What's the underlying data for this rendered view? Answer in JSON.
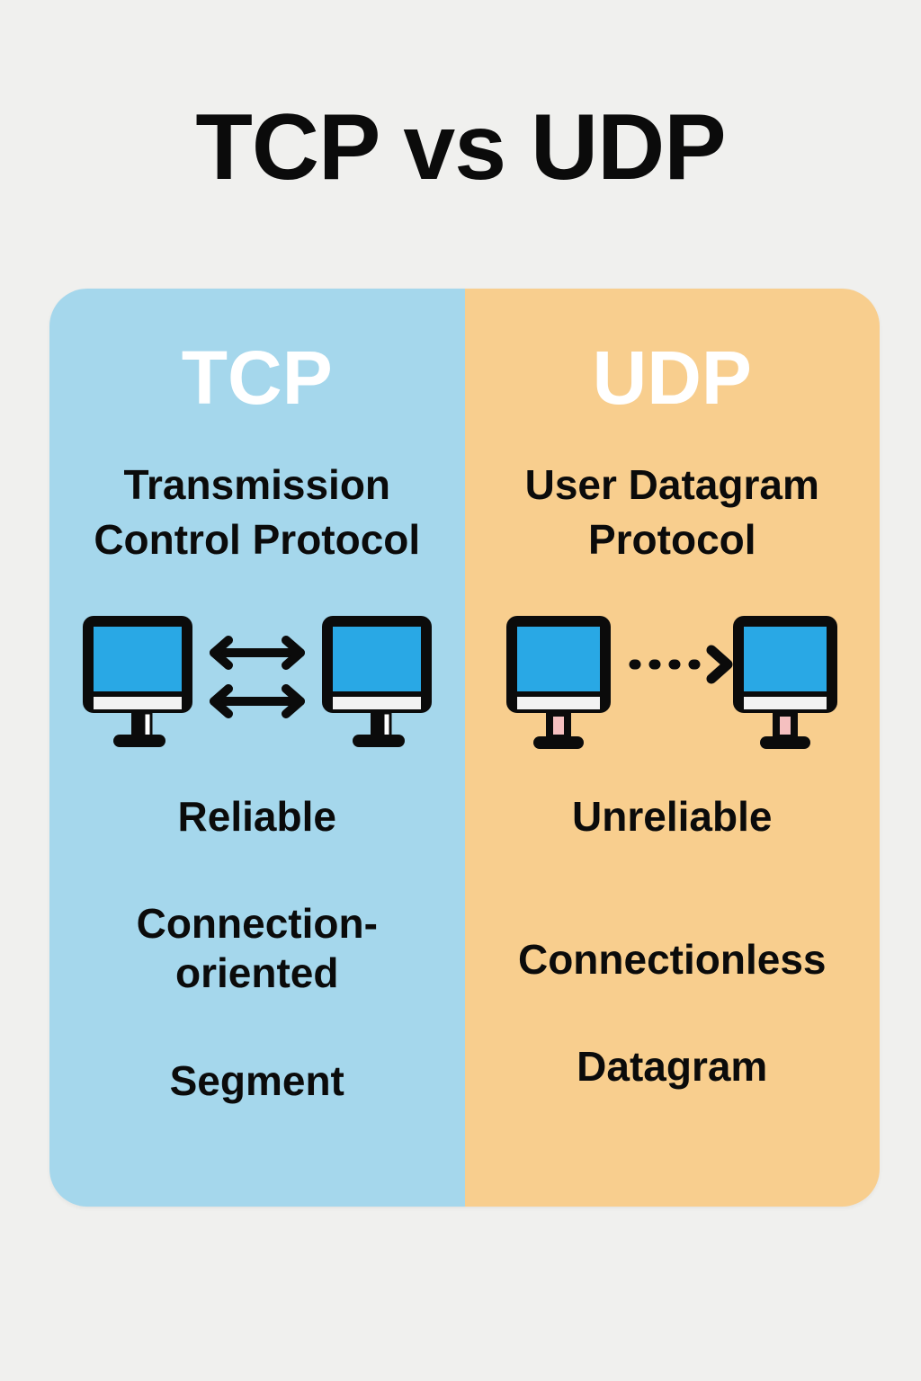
{
  "page": {
    "title": "TCP vs UDP",
    "background_color": "#f0f0ee"
  },
  "card": {
    "columns": [
      {
        "id": "tcp",
        "abbr": "TCP",
        "full_name": "Transmission Control Protocol",
        "background_color": "#a5d7ec",
        "abbr_color": "#ffffff",
        "diagram": {
          "icon": "two-monitors-bidirectional-arrows",
          "arrow_style": "solid-double-headed",
          "arrow_count": 2,
          "screen_color": "#29a8e5",
          "stand_neck_color": "#ffffff"
        },
        "features": [
          "Reliable",
          "Connection-oriented",
          "Segment"
        ]
      },
      {
        "id": "udp",
        "abbr": "UDP",
        "full_name": "User Datagram Protocol",
        "background_color": "#f8ce8e",
        "abbr_color": "#ffffff",
        "diagram": {
          "icon": "two-monitors-dashed-arrow",
          "arrow_style": "dashed-single-headed",
          "arrow_count": 1,
          "screen_color": "#29a8e5",
          "stand_neck_color": "#f5c0c0"
        },
        "features": [
          "Unreliable",
          "Connectionless",
          "Datagram"
        ]
      }
    ]
  }
}
